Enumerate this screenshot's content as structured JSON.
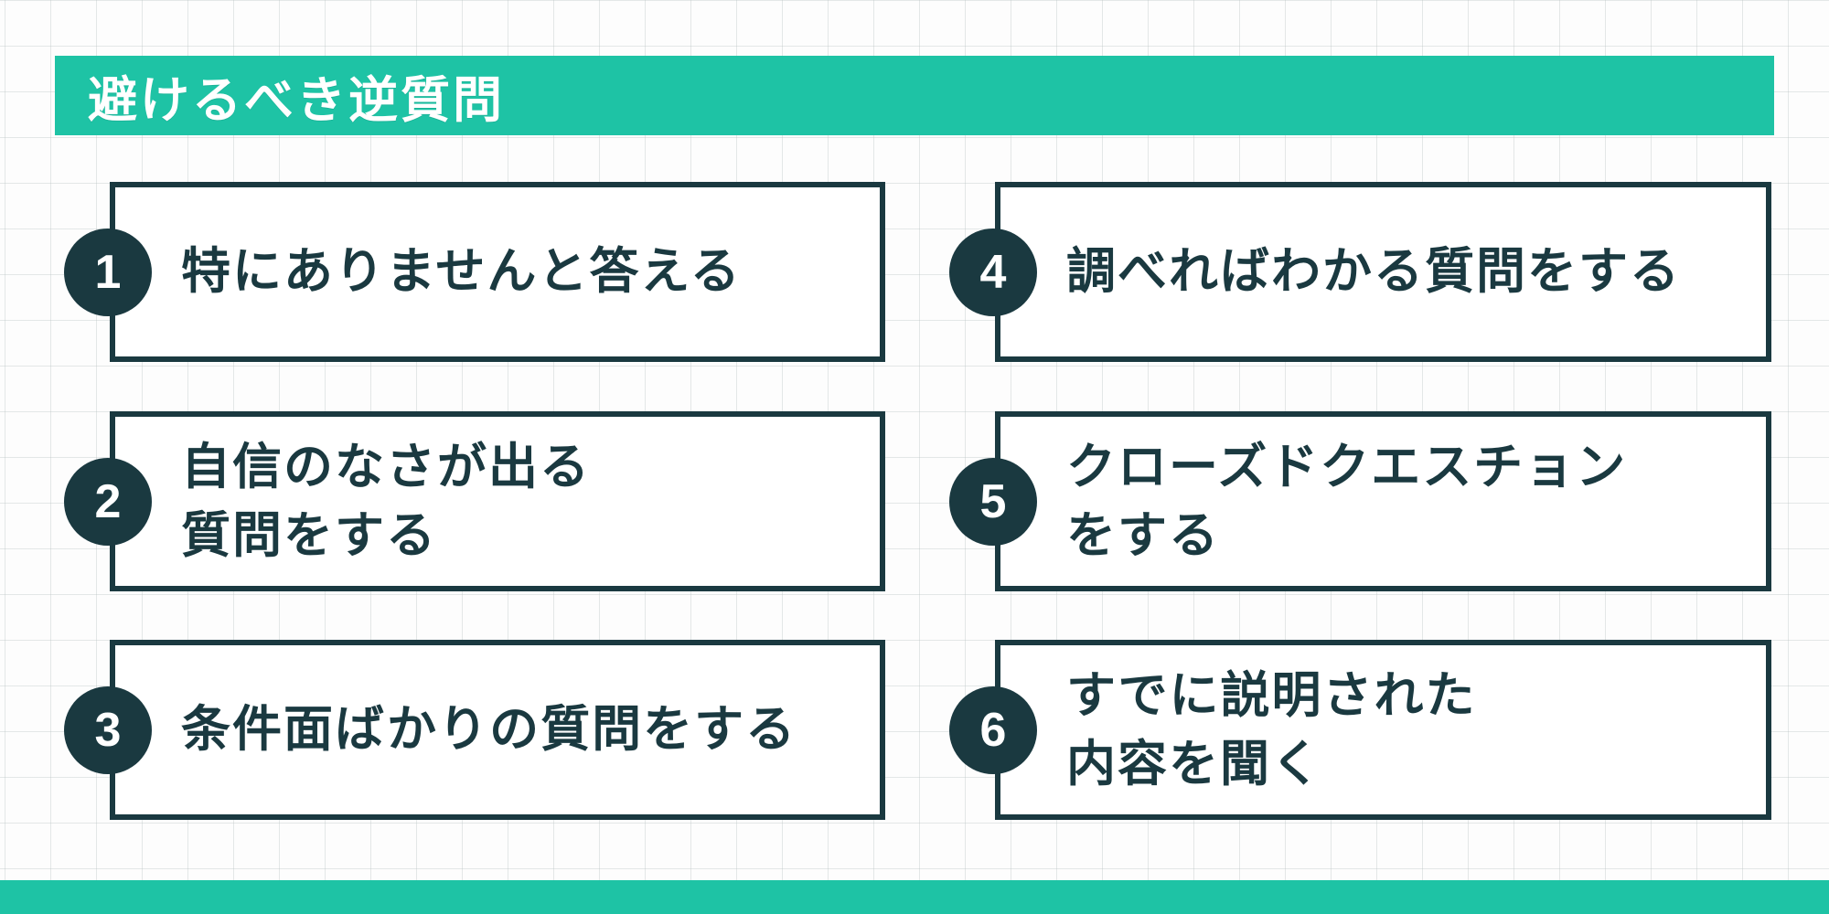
{
  "page": {
    "title": "避けるべき逆質問"
  },
  "items": [
    {
      "number": "1",
      "label": "特にありませんと答える"
    },
    {
      "number": "2",
      "label": "自信のなさが出る\n質問をする"
    },
    {
      "number": "3",
      "label": "条件面ばかりの質問をする"
    },
    {
      "number": "4",
      "label": "調べればわかる質問をする"
    },
    {
      "number": "5",
      "label": "クローズドクエスチョン\nをする"
    },
    {
      "number": "6",
      "label": "すでに説明された\n内容を聞く"
    }
  ],
  "colors": {
    "accent_green": "#1ec3a5",
    "dark_teal": "#1a3940",
    "background": "#fdfdfd",
    "grid_line": "#e7ebeb"
  }
}
